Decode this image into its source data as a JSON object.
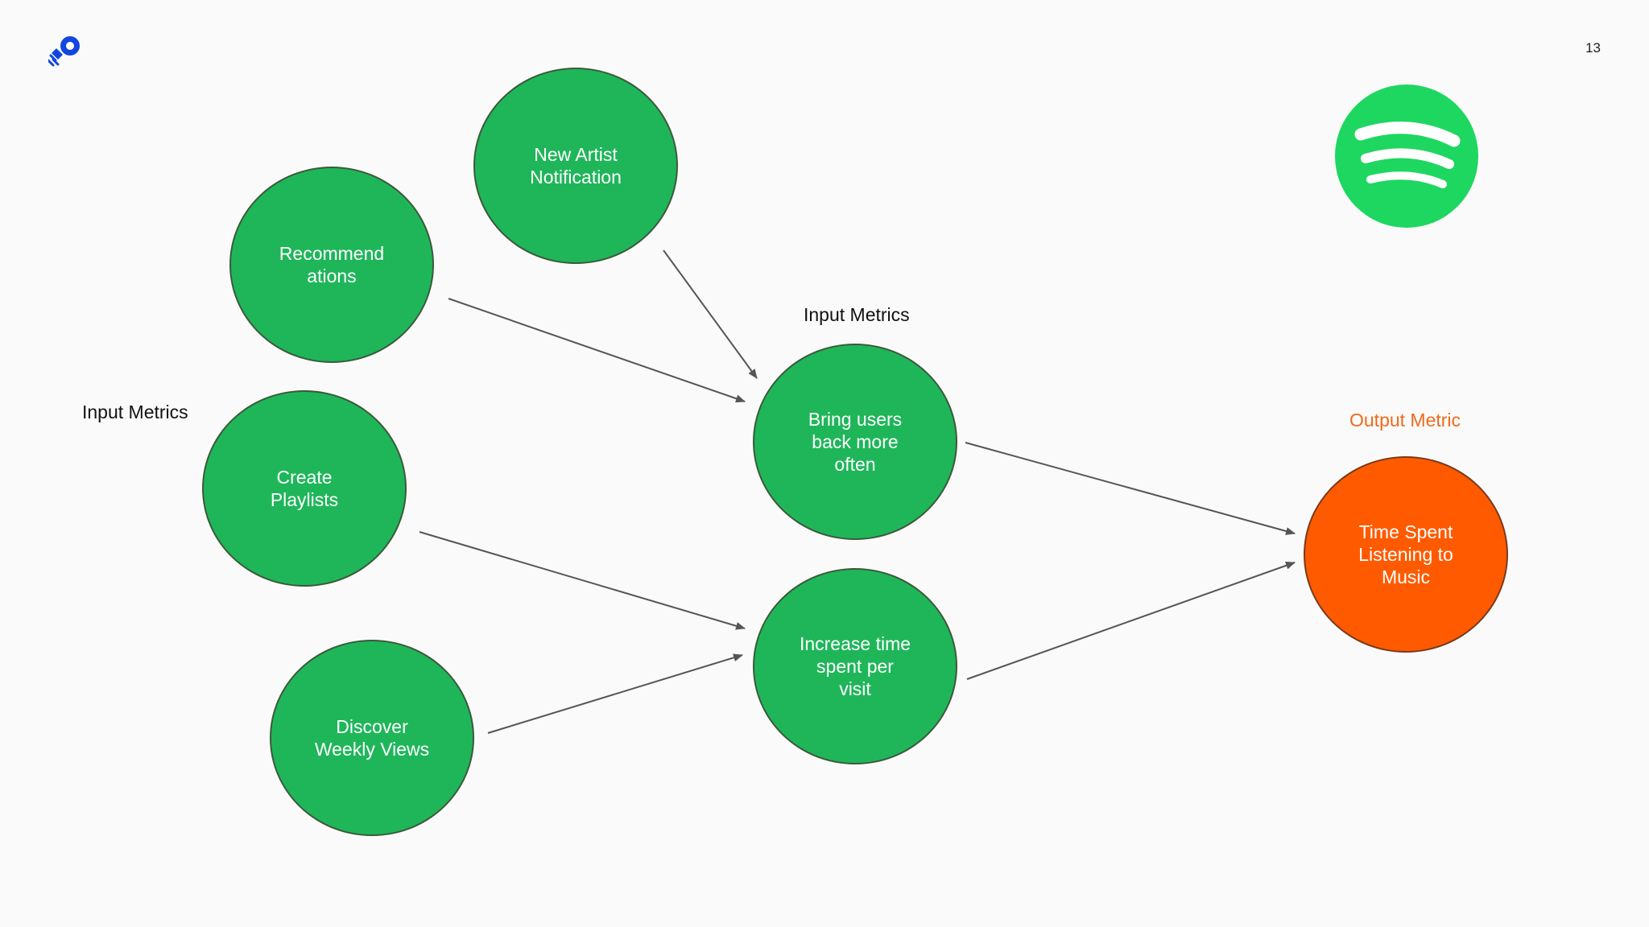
{
  "slide": {
    "page_number": "13"
  },
  "labels": {
    "input_metrics_left": "Input Metrics",
    "input_metrics_middle": "Input Metrics",
    "output_metric": "Output Metric"
  },
  "nodes": {
    "new_artist": "New Artist\nNotification",
    "recommendations": "Recommend\nations",
    "create_playlists": "Create\nPlaylists",
    "discover_weekly": "Discover\nWeekly Views",
    "bring_users_back": "Bring users\nback more\noften",
    "increase_time": "Increase time\nspent per\nvisit",
    "time_spent": "Time Spent\nListening to\nMusic"
  },
  "edges": [
    {
      "from": "new_artist",
      "to": "bring_users_back"
    },
    {
      "from": "recommendations",
      "to": "bring_users_back"
    },
    {
      "from": "create_playlists",
      "to": "increase_time"
    },
    {
      "from": "discover_weekly",
      "to": "increase_time"
    },
    {
      "from": "bring_users_back",
      "to": "time_spent"
    },
    {
      "from": "increase_time",
      "to": "time_spent"
    }
  ],
  "icons": {
    "top_left_logo": "rocket-logo-icon",
    "brand_logo": "spotify-logo-icon"
  },
  "colors": {
    "input_node": "#1fb65a",
    "output_node": "#ff5a00",
    "output_label": "#f06a1a",
    "brand_green": "#1ed760",
    "logo_blue": "#1246e0"
  }
}
